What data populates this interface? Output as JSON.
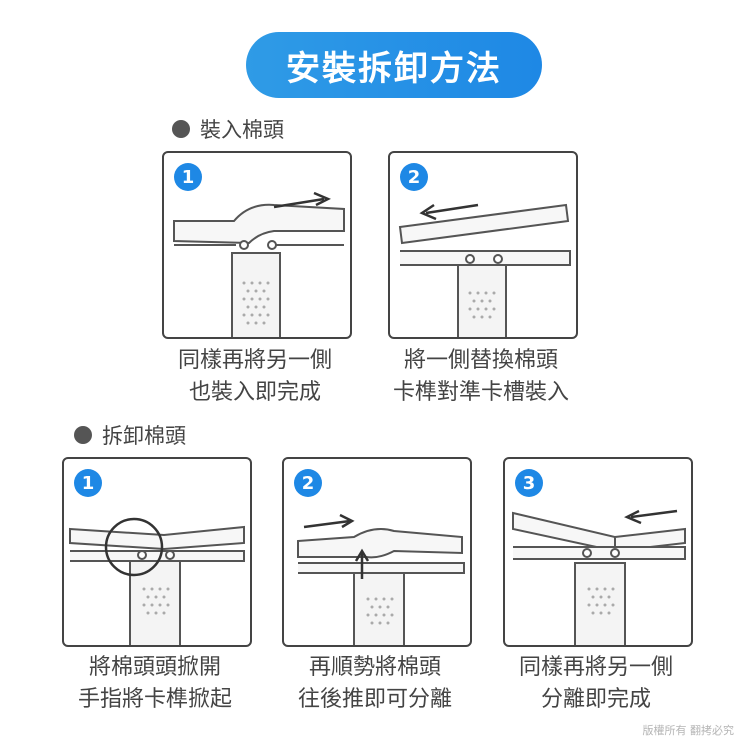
{
  "title": "安裝拆卸方法",
  "section_install": "裝入棉頭",
  "section_remove": "拆卸棉頭",
  "install": {
    "step1": {
      "number": "1",
      "caption_line1": "同樣再將另一側",
      "caption_line2": "也裝入即完成"
    },
    "step2": {
      "number": "2",
      "caption_line1": "將一側替換棉頭",
      "caption_line2": "卡榫對準卡槽裝入"
    }
  },
  "remove": {
    "step1": {
      "number": "1",
      "caption_line1": "將棉頭頭掀開",
      "caption_line2": "手指將卡榫掀起"
    },
    "step2": {
      "number": "2",
      "caption_line1": "再順勢將棉頭",
      "caption_line2": "往後推即可分離"
    },
    "step3": {
      "number": "3",
      "caption_line1": "同樣再將另一側",
      "caption_line2": "分離即完成"
    }
  },
  "copyright": "版權所有 翻拷必究",
  "colors": {
    "accent": "#1e88e5",
    "line": "#444444"
  }
}
